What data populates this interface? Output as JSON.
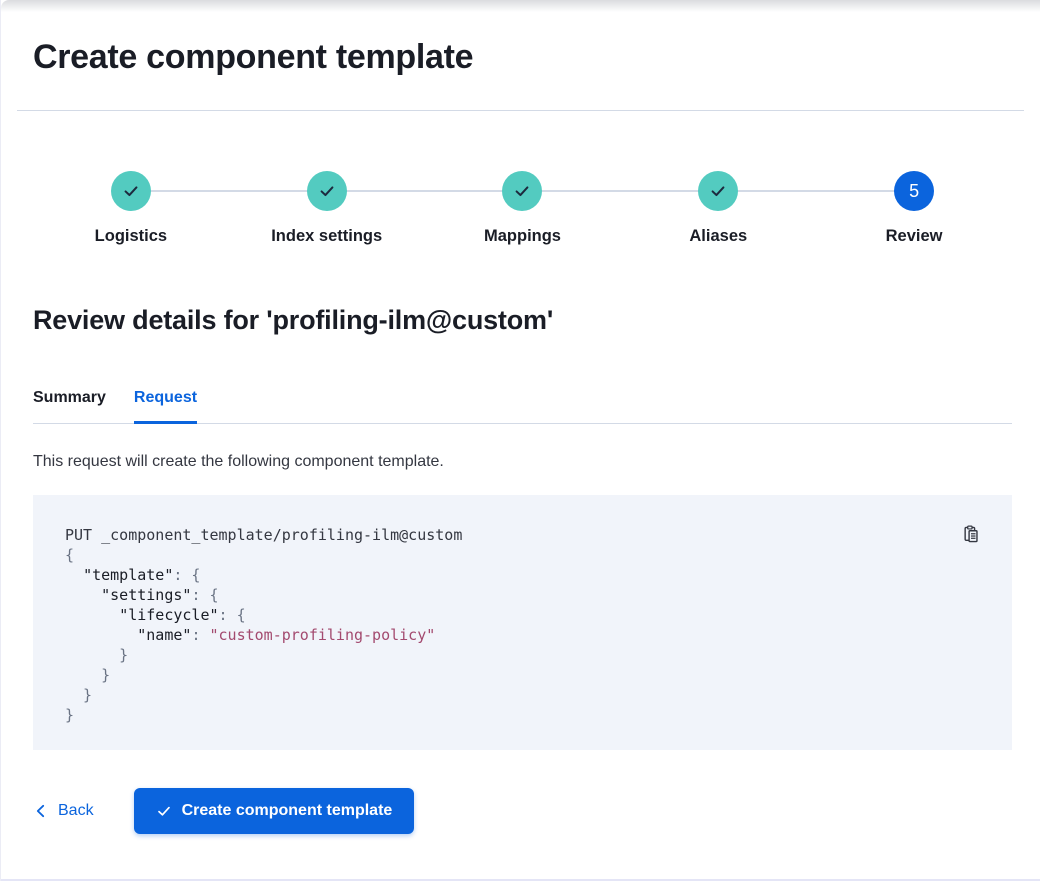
{
  "colors": {
    "primary": "#0b64dd",
    "success": "#53cbc0",
    "divider": "#d3dae6",
    "heading": "#1a1d26",
    "text": "#343741",
    "code_bg": "#f1f4fa",
    "code_punct": "#6a7384",
    "code_string": "#a34a6f"
  },
  "page": {
    "title": "Create component template"
  },
  "stepper": {
    "steps": [
      {
        "id": "logistics",
        "label": "Logistics",
        "status": "complete"
      },
      {
        "id": "index-settings",
        "label": "Index settings",
        "status": "complete"
      },
      {
        "id": "mappings",
        "label": "Mappings",
        "status": "complete"
      },
      {
        "id": "aliases",
        "label": "Aliases",
        "status": "complete"
      },
      {
        "id": "review",
        "label": "Review",
        "status": "current",
        "number": "5"
      }
    ]
  },
  "review": {
    "heading": "Review details for 'profiling-ilm@custom'",
    "tabs": [
      {
        "id": "summary",
        "label": "Summary",
        "active": false
      },
      {
        "id": "request",
        "label": "Request",
        "active": true
      }
    ],
    "description": "This request will create the following component template."
  },
  "code_block": {
    "copy_icon": "copy-clipboard-icon",
    "lines": [
      [
        {
          "t": "PUT _component_template/profiling-ilm@custom",
          "c": "plain"
        }
      ],
      [
        {
          "t": "{",
          "c": "punct"
        }
      ],
      [
        {
          "t": "  ",
          "c": "plain"
        },
        {
          "t": "\"template\"",
          "c": "key"
        },
        {
          "t": ": {",
          "c": "punct"
        }
      ],
      [
        {
          "t": "    ",
          "c": "plain"
        },
        {
          "t": "\"settings\"",
          "c": "key"
        },
        {
          "t": ": {",
          "c": "punct"
        }
      ],
      [
        {
          "t": "      ",
          "c": "plain"
        },
        {
          "t": "\"lifecycle\"",
          "c": "key"
        },
        {
          "t": ": {",
          "c": "punct"
        }
      ],
      [
        {
          "t": "        ",
          "c": "plain"
        },
        {
          "t": "\"name\"",
          "c": "key"
        },
        {
          "t": ": ",
          "c": "punct"
        },
        {
          "t": "\"custom-profiling-policy\"",
          "c": "string"
        }
      ],
      [
        {
          "t": "      }",
          "c": "punct"
        }
      ],
      [
        {
          "t": "    }",
          "c": "punct"
        }
      ],
      [
        {
          "t": "  }",
          "c": "punct"
        }
      ],
      [
        {
          "t": "}",
          "c": "punct"
        }
      ]
    ]
  },
  "footer": {
    "back_label": "Back",
    "submit_label": "Create component template"
  }
}
